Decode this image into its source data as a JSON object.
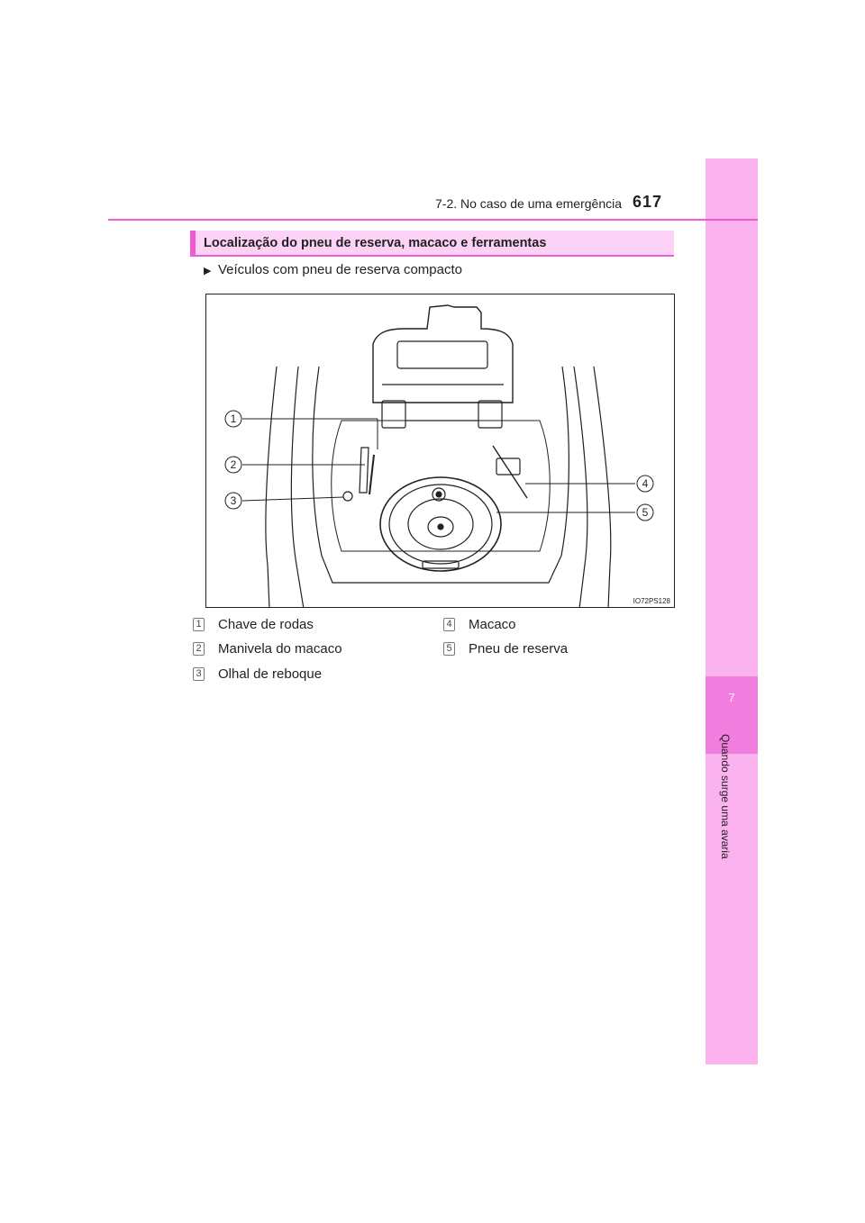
{
  "header": {
    "section_title": "7-2. No caso de uma emergência",
    "page_number": "617"
  },
  "side_tab": {
    "chapter_number": "7",
    "chapter_title": "Quando surge uma avaria"
  },
  "topic": {
    "title": "Localização do pneu de reserva, macaco e ferramentas"
  },
  "bullet": {
    "text": "Veículos com pneu de reserva compacto"
  },
  "figure": {
    "code": "IO72PS128",
    "callouts": [
      "1",
      "2",
      "3",
      "4",
      "5"
    ]
  },
  "legend": [
    {
      "number": "1",
      "label": "Chave de rodas"
    },
    {
      "number": "2",
      "label": "Manivela do macaco"
    },
    {
      "number": "3",
      "label": "Olhal de reboque"
    },
    {
      "number": "4",
      "label": "Macaco"
    },
    {
      "number": "5",
      "label": "Pneu de reserva"
    }
  ],
  "colors": {
    "accent": "#f05ccf",
    "tab_light": "#fbb3f0",
    "tab_dark": "#f27ee0",
    "heading_fill": "#fcd3f6"
  }
}
